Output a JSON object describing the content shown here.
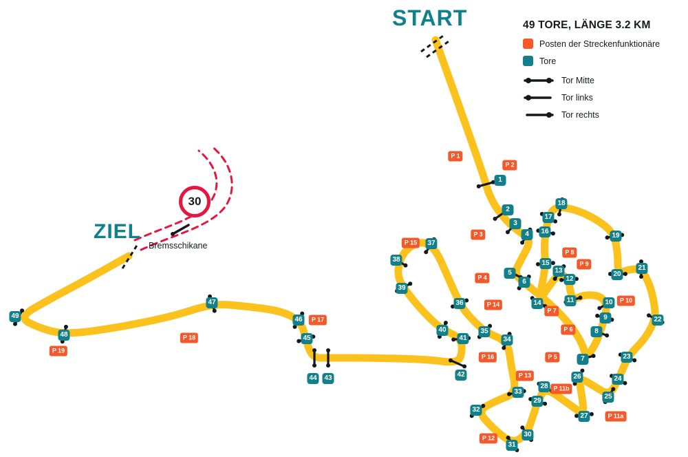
{
  "colors": {
    "track": "#FBC21D",
    "teal": "#11808A",
    "orange": "#F2592B",
    "red": "#E5173F",
    "ink": "#15181D"
  },
  "labels": {
    "start": "START",
    "ziel": "ZIEL",
    "bremsschikane": "Bremsschikane",
    "speed_limit": "30"
  },
  "legend": {
    "title": "49 TORE, LÄNGE 3.2 KM",
    "items": [
      {
        "color": "#F2592B",
        "label": "Posten der Streckenfunktionäre"
      },
      {
        "color": "#11808A",
        "label": "Tore"
      }
    ],
    "gate_types": [
      {
        "icon": "tor-mitte",
        "label": "Tor Mitte"
      },
      {
        "icon": "tor-links",
        "label": "Tor links"
      },
      {
        "icon": "tor-rechts",
        "label": "Tor rechts"
      }
    ]
  },
  "gates": [
    [
      1,
      727,
      262
    ],
    [
      2,
      738,
      305
    ],
    [
      3,
      749,
      325
    ],
    [
      4,
      766,
      341
    ],
    [
      5,
      741,
      397
    ],
    [
      6,
      762,
      410
    ],
    [
      7,
      847,
      522
    ],
    [
      8,
      867,
      482
    ],
    [
      9,
      880,
      462
    ],
    [
      10,
      885,
      440
    ],
    [
      11,
      829,
      437
    ],
    [
      12,
      828,
      406
    ],
    [
      13,
      812,
      394
    ],
    [
      14,
      781,
      441
    ],
    [
      15,
      793,
      383
    ],
    [
      16,
      792,
      337
    ],
    [
      17,
      797,
      316
    ],
    [
      18,
      816,
      296
    ],
    [
      19,
      895,
      343
    ],
    [
      20,
      897,
      399
    ],
    [
      21,
      933,
      390
    ],
    [
      22,
      956,
      465
    ],
    [
      23,
      911,
      519
    ],
    [
      24,
      898,
      551
    ],
    [
      25,
      884,
      577
    ],
    [
      26,
      839,
      548
    ],
    [
      27,
      849,
      605
    ],
    [
      28,
      791,
      562
    ],
    [
      29,
      781,
      583
    ],
    [
      30,
      767,
      632
    ],
    [
      31,
      744,
      647
    ],
    [
      32,
      692,
      596
    ],
    [
      33,
      753,
      570
    ],
    [
      34,
      737,
      494
    ],
    [
      35,
      704,
      482
    ],
    [
      36,
      668,
      441
    ],
    [
      37,
      627,
      354
    ],
    [
      38,
      576,
      378
    ],
    [
      39,
      584,
      419
    ],
    [
      40,
      643,
      480
    ],
    [
      41,
      673,
      492
    ],
    [
      42,
      670,
      545
    ],
    [
      43,
      477,
      550
    ],
    [
      44,
      455,
      550
    ],
    [
      45,
      446,
      492
    ],
    [
      46,
      434,
      465
    ],
    [
      47,
      308,
      440
    ],
    [
      48,
      93,
      487
    ],
    [
      49,
      22,
      460
    ]
  ],
  "posts": [
    [
      "P 1",
      662,
      227
    ],
    [
      "P 2",
      741,
      240
    ],
    [
      "P 3",
      695,
      341
    ],
    [
      "P 4",
      701,
      404
    ],
    [
      "P 5",
      803,
      519
    ],
    [
      "P 6",
      826,
      479
    ],
    [
      "P 7",
      802,
      452
    ],
    [
      "P 8",
      828,
      367
    ],
    [
      "P 9",
      849,
      384
    ],
    [
      "P 10",
      910,
      437
    ],
    [
      "P 11a",
      895,
      605
    ],
    [
      "P 11b",
      816,
      565
    ],
    [
      "P 12",
      710,
      637
    ],
    [
      "P 13",
      763,
      546
    ],
    [
      "P 14",
      717,
      443
    ],
    [
      "P 15",
      597,
      353
    ],
    [
      "P 16",
      709,
      519
    ],
    [
      "P 17",
      462,
      465
    ],
    [
      "P 18",
      275,
      491
    ],
    [
      "P 19",
      85,
      510
    ]
  ],
  "track": {
    "points": [
      [
        633,
        58
      ],
      [
        700,
        245
      ],
      [
        712,
        288
      ],
      [
        733,
        318
      ],
      [
        753,
        336
      ],
      [
        773,
        348
      ],
      [
        757,
        378
      ],
      [
        747,
        398
      ],
      [
        766,
        414
      ],
      [
        798,
        440
      ],
      [
        826,
        468
      ],
      [
        846,
        498
      ],
      [
        852,
        520
      ],
      [
        866,
        500
      ],
      [
        876,
        472
      ],
      [
        883,
        446
      ],
      [
        874,
        430
      ],
      [
        850,
        428
      ],
      [
        833,
        436
      ],
      [
        828,
        420
      ],
      [
        827,
        406
      ],
      [
        813,
        396
      ],
      [
        795,
        420
      ],
      [
        783,
        439
      ],
      [
        789,
        408
      ],
      [
        793,
        384
      ],
      [
        791,
        360
      ],
      [
        793,
        338
      ],
      [
        797,
        317
      ],
      [
        807,
        299
      ],
      [
        842,
        306
      ],
      [
        874,
        323
      ],
      [
        893,
        341
      ],
      [
        898,
        370
      ],
      [
        898,
        398
      ],
      [
        915,
        391
      ],
      [
        932,
        391
      ],
      [
        944,
        412
      ],
      [
        951,
        440
      ],
      [
        953,
        463
      ],
      [
        938,
        492
      ],
      [
        913,
        517
      ],
      [
        900,
        549
      ],
      [
        886,
        575
      ],
      [
        862,
        560
      ],
      [
        841,
        548
      ],
      [
        846,
        576
      ],
      [
        849,
        603
      ],
      [
        824,
        585
      ],
      [
        793,
        563
      ],
      [
        782,
        582
      ],
      [
        773,
        610
      ],
      [
        766,
        630
      ],
      [
        745,
        645
      ],
      [
        716,
        622
      ],
      [
        694,
        597
      ],
      [
        722,
        582
      ],
      [
        751,
        571
      ],
      [
        743,
        532
      ],
      [
        738,
        496
      ],
      [
        706,
        483
      ],
      [
        684,
        462
      ],
      [
        669,
        443
      ],
      [
        650,
        400
      ],
      [
        633,
        362
      ],
      [
        614,
        350
      ],
      [
        592,
        360
      ],
      [
        580,
        380
      ],
      [
        578,
        402
      ],
      [
        588,
        420
      ],
      [
        612,
        450
      ],
      [
        641,
        478
      ],
      [
        670,
        491
      ],
      [
        672,
        512
      ],
      [
        665,
        528
      ],
      [
        620,
        522
      ],
      [
        540,
        520
      ],
      [
        478,
        520
      ],
      [
        457,
        520
      ],
      [
        449,
        508
      ],
      [
        445,
        493
      ],
      [
        437,
        467
      ],
      [
        410,
        452
      ],
      [
        358,
        445
      ],
      [
        309,
        441
      ],
      [
        250,
        460
      ],
      [
        165,
        477
      ],
      [
        95,
        486
      ],
      [
        58,
        477
      ],
      [
        27,
        461
      ],
      [
        70,
        436
      ],
      [
        130,
        404
      ],
      [
        187,
        372
      ]
    ]
  }
}
